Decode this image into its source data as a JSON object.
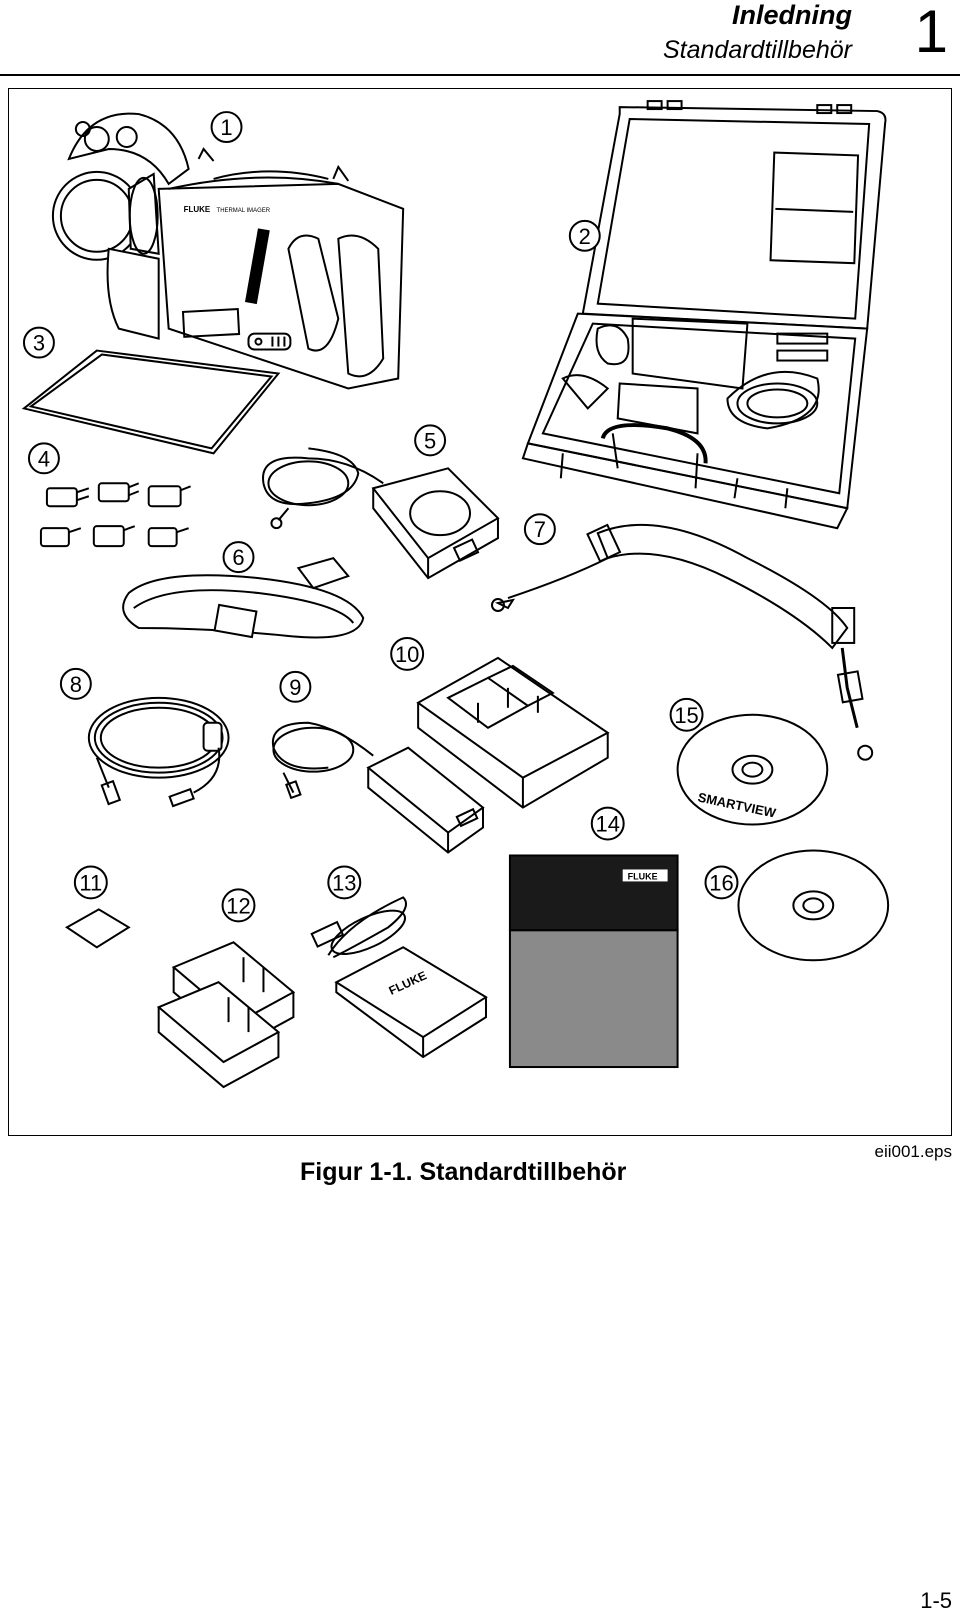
{
  "header": {
    "title": "Inledning",
    "subtitle": "Standardtillbehör",
    "chapter": "1"
  },
  "figure": {
    "callouts": [
      "1",
      "2",
      "3",
      "4",
      "5",
      "6",
      "7",
      "8",
      "9",
      "10",
      "11",
      "12",
      "13",
      "14",
      "15",
      "16"
    ],
    "logo_camera": "FLUKE",
    "camera_text": "THERMAL IMAGER",
    "logo_cardreader": "FLUKE",
    "logo_manual": "FLUKE",
    "cd_brand": "SMARTVIEW",
    "caption": "Figur 1-1. Standardtillbehör",
    "filename": "eii001.eps"
  },
  "footer": {
    "page_number": "1-5"
  }
}
